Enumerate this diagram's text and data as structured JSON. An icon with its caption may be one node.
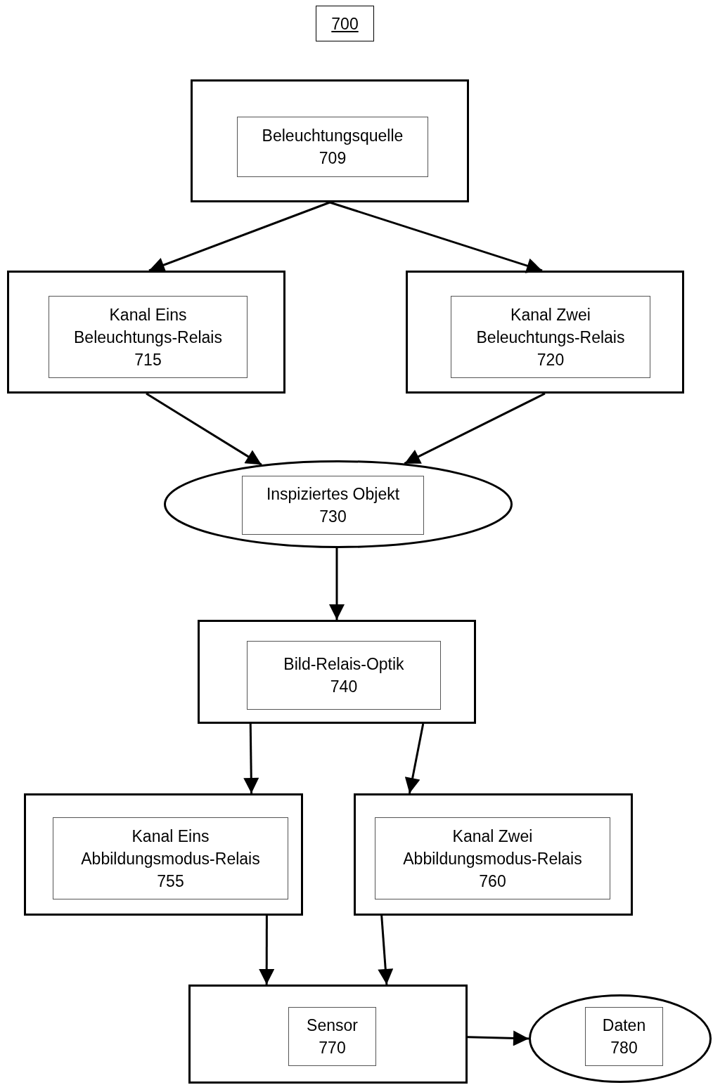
{
  "diagram": {
    "nodes": [
      {
        "text": [
          "700"
        ]
      },
      {
        "text": [],
        "shape": "box"
      },
      {
        "text": [
          "Beleuchtungsquelle 709"
        ],
        "in": 1
      },
      {
        "text": [],
        "shape": "box"
      },
      {
        "text": [
          "Kanal Eins Beleuchtungs-Relais 715"
        ],
        "in": 3
      },
      {
        "text": [],
        "shape": "box"
      },
      {
        "text": [
          "Kanal Zwei Beleuchtungs-Relais 720"
        ],
        "in": 5
      },
      {
        "text": [],
        "shape": "ellipse"
      },
      {
        "text": [
          "Inspiziertes Objekt 730"
        ],
        "in": 7
      },
      {
        "text": [],
        "shape": "box"
      },
      {
        "text": [
          "Bild-Relais-Optik 740"
        ],
        "in": 9
      },
      {
        "text": [],
        "shape": "box"
      },
      {
        "text": [
          "Kanal Eins Abbildungsmodus-Relais 755"
        ],
        "in": 11
      },
      {
        "text": [],
        "shape": "box"
      },
      {
        "text": [
          "Kanal Zwei Abbildungsmodus-Relais 760"
        ],
        "in": 13
      },
      {
        "text": [],
        "shape": "box"
      },
      {
        "text": [
          "Sensor 770"
        ],
        "in": 15
      },
      {
        "text": [],
        "shape": "ellipse"
      },
      {
        "text": [
          "Daten 780"
        ],
        "in": 17
      }
    ],
    "edges": [
      {
        "from": 1,
        "to": 3,
        "arrow": "to"
      },
      {
        "from": 1,
        "to": 5,
        "arrow": "to"
      },
      {
        "from": 3,
        "to": 7,
        "arrow": "to"
      },
      {
        "from": 5,
        "to": 7,
        "arrow": "to"
      },
      {
        "from": 7,
        "to": 9,
        "arrow": "to"
      },
      {
        "from": 9,
        "to": 11,
        "arrow": "to"
      },
      {
        "from": 9,
        "to": 13,
        "arrow": "to"
      },
      {
        "from": 11,
        "to": 15,
        "arrow": "to"
      },
      {
        "from": 13,
        "to": 15,
        "arrow": "to"
      },
      {
        "from": 15,
        "to": 17,
        "arrow": "to"
      }
    ]
  }
}
